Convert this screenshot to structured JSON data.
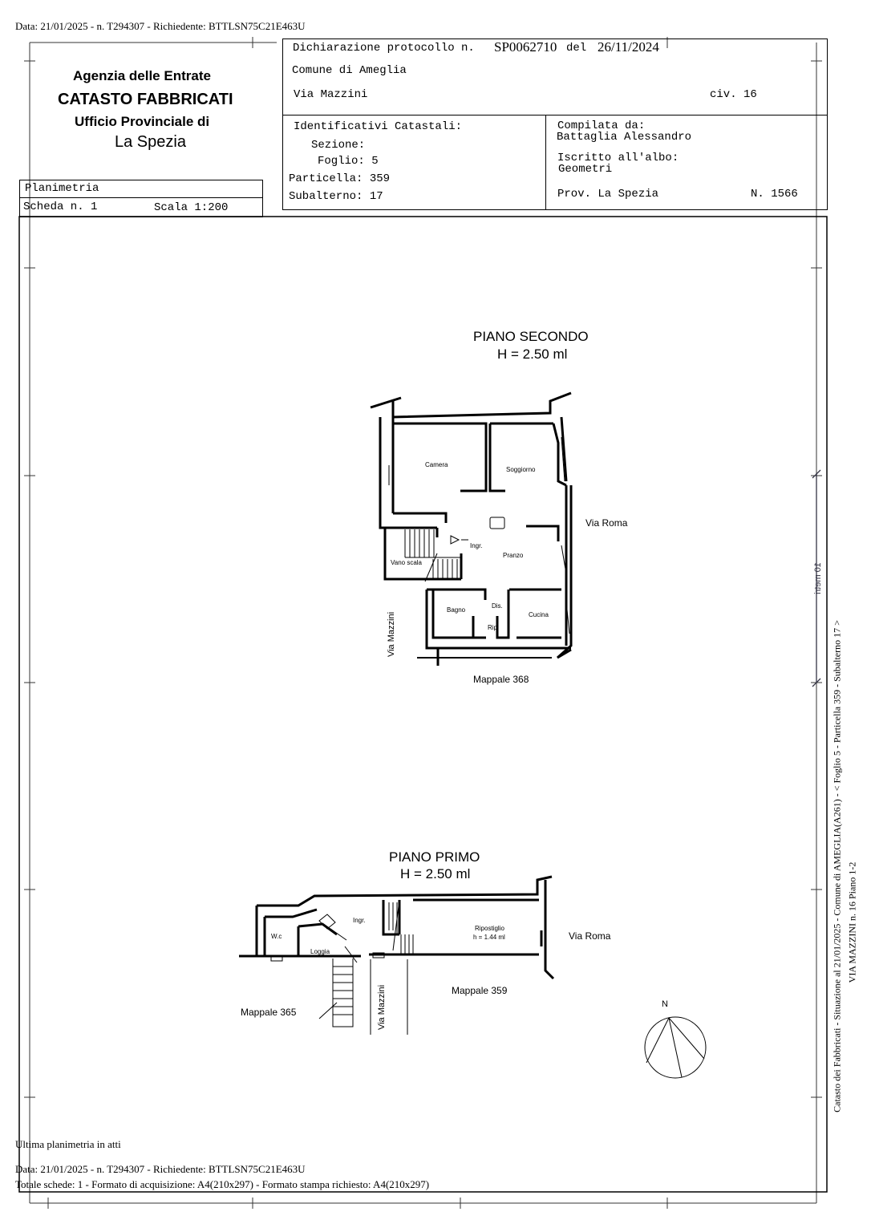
{
  "top_info": "Data: 21/01/2025 - n. T294307 - Richiedente: BTTLSN75C21E463U",
  "agency": {
    "line1": "Agenzia delle Entrate",
    "line2": "CATASTO FABBRICATI",
    "line3": "Ufficio Provinciale di",
    "line4": "La Spezia"
  },
  "protocol": {
    "label": "Dichiarazione protocollo n.",
    "number": "SP0062710",
    "del_label": "del",
    "date": "26/11/2024",
    "comune": "Comune di Ameglia",
    "via": "Via Mazzini",
    "civ": "civ. 16"
  },
  "identificativi": {
    "title": "Identificativi Catastali:",
    "sezione": "Sezione:",
    "foglio": "Foglio: 5",
    "particella": "Particella: 359",
    "subalterno": "Subalterno: 17"
  },
  "compilata": {
    "label": "Compilata da:",
    "name": "Battaglia Alessandro",
    "albo_label": "Iscritto all'albo:",
    "albo": "Geometri",
    "prov": "Prov. La Spezia",
    "num": "N. 1566"
  },
  "planimetria": {
    "label": "Planimetria",
    "scheda": "Scheda n. 1",
    "scala": "Scala 1:200"
  },
  "piano_secondo": {
    "title": "PIANO SECONDO",
    "height": "H = 2.50 ml",
    "rooms": {
      "camera": "Camera",
      "soggiorno": "Soggiorno",
      "ingr": "Ingr.",
      "pranzo": "Pranzo",
      "vano_scala": "Vano scala",
      "dis": "Dis.",
      "bagno": "Bagno",
      "cucina": "Cucina",
      "rip": "Rip."
    },
    "via_roma": "Via Roma",
    "via_mazzini": "Via Mazzini",
    "mappale": "Mappale 368"
  },
  "piano_primo": {
    "title": "PIANO PRIMO",
    "height": "H = 2.50 ml",
    "rooms": {
      "wc": "W.c",
      "loggia": "Loggia",
      "ingr": "Ingr.",
      "ripostiglio": "Ripostiglio",
      "rip_height": "h = 1.44 ml"
    },
    "via_roma": "Via Roma",
    "via_mazzini": "Via Mazzini",
    "mappale_359": "Mappale 359",
    "mappale_365": "Mappale 365"
  },
  "north": "N",
  "scale_bar": "10 metri",
  "side_text_1": "Catasto dei Fabbricati - Situazione al 21/01/2025 - Comune di AMEGLIA(A261) - < Foglio 5 - Particella 359 - Subalterno 17 >",
  "side_text_2": "VIA MAZZINI n. 16 Piano 1-2",
  "footer": {
    "ultima": "Ultima planimetria in atti",
    "data": "Data: 21/01/2025 - n. T294307 - Richiedente: BTTLSN75C21E463U",
    "totale": "Totale schede: 1 - Formato di acquisizione: A4(210x297) - Formato stampa richiesto: A4(210x297)"
  }
}
